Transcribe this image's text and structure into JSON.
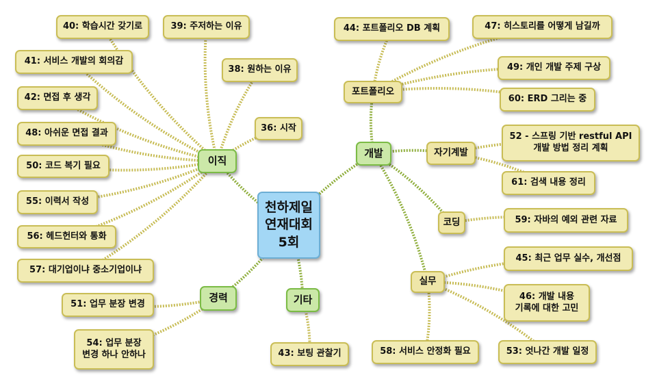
{
  "root": {
    "id": "root",
    "label": "천하제일\n연재대회\n5회"
  },
  "colors": {
    "root": "#a3d7f5",
    "branch": "#cbe8a8",
    "leaf": "#f1ebb4",
    "edge": "#9aa83a"
  },
  "nodes": [
    {
      "id": "ijik",
      "label": "이직",
      "kind": "branch",
      "parent": "root"
    },
    {
      "id": "gaebal",
      "label": "개발",
      "kind": "branch",
      "parent": "root"
    },
    {
      "id": "gyeongryeok",
      "label": "경력",
      "kind": "branch",
      "parent": "root"
    },
    {
      "id": "gita",
      "label": "기타",
      "kind": "branch",
      "parent": "root"
    },
    {
      "id": "portfolio",
      "label": "포트폴리오",
      "kind": "mid",
      "parent": "gaebal"
    },
    {
      "id": "jagi",
      "label": "자기계발",
      "kind": "mid",
      "parent": "gaebal"
    },
    {
      "id": "coding",
      "label": "코딩",
      "kind": "mid",
      "parent": "gaebal"
    },
    {
      "id": "silmu",
      "label": "실무",
      "kind": "mid",
      "parent": "gaebal"
    },
    {
      "id": "n40",
      "label": "40: 학습시간 갖기로",
      "kind": "leaf",
      "parent": "ijik"
    },
    {
      "id": "n39",
      "label": "39: 주저하는 이유",
      "kind": "leaf",
      "parent": "ijik"
    },
    {
      "id": "n41",
      "label": "41: 서비스 개발의 회의감",
      "kind": "leaf",
      "parent": "ijik"
    },
    {
      "id": "n38",
      "label": "38: 원하는 이유",
      "kind": "leaf",
      "parent": "ijik"
    },
    {
      "id": "n42",
      "label": "42: 면접 후 생각",
      "kind": "leaf",
      "parent": "ijik"
    },
    {
      "id": "n36",
      "label": "36: 시작",
      "kind": "leaf",
      "parent": "ijik"
    },
    {
      "id": "n48",
      "label": "48: 아쉬운 면접 결과",
      "kind": "leaf",
      "parent": "ijik"
    },
    {
      "id": "n50",
      "label": "50: 코드 복기 필요",
      "kind": "leaf",
      "parent": "ijik"
    },
    {
      "id": "n55",
      "label": "55: 이력서 작성",
      "kind": "leaf",
      "parent": "ijik"
    },
    {
      "id": "n56",
      "label": "56: 헤드헌터와 통화",
      "kind": "leaf",
      "parent": "ijik"
    },
    {
      "id": "n57",
      "label": "57: 대기업이냐 중소기업이냐",
      "kind": "leaf",
      "parent": "ijik"
    },
    {
      "id": "n51",
      "label": "51: 업무 분장 변경",
      "kind": "leaf",
      "parent": "gyeongryeok"
    },
    {
      "id": "n54",
      "label": "54: 업무 분장\n변경 하나 안하나",
      "kind": "leaf",
      "parent": "gyeongryeok"
    },
    {
      "id": "n43",
      "label": "43: 보팅 관찰기",
      "kind": "leaf",
      "parent": "gita"
    },
    {
      "id": "n44",
      "label": "44: 포트폴리오 DB 계획",
      "kind": "leaf",
      "parent": "portfolio"
    },
    {
      "id": "n47",
      "label": "47: 히스토리를 어떻게 남길까",
      "kind": "leaf",
      "parent": "portfolio"
    },
    {
      "id": "n49",
      "label": "49: 개인 개발 주제 구상",
      "kind": "leaf",
      "parent": "portfolio"
    },
    {
      "id": "n60",
      "label": "60: ERD 그리는 중",
      "kind": "leaf",
      "parent": "portfolio"
    },
    {
      "id": "n52",
      "label": "52 - 스프링 기반 restful API\n개발 방법 정리 계획",
      "kind": "leaf",
      "parent": "jagi"
    },
    {
      "id": "n61",
      "label": "61: 검색 내용 정리",
      "kind": "leaf",
      "parent": "jagi"
    },
    {
      "id": "n59",
      "label": "59: 자바의 예외 관련 자료",
      "kind": "leaf",
      "parent": "coding"
    },
    {
      "id": "n45",
      "label": "45: 최근 업무 실수, 개선점",
      "kind": "leaf",
      "parent": "silmu"
    },
    {
      "id": "n46",
      "label": "46: 개발 내용\n기록에 대한 고민",
      "kind": "leaf",
      "parent": "silmu"
    },
    {
      "id": "n53",
      "label": "53: 엇나간 개발 일정",
      "kind": "leaf",
      "parent": "silmu"
    },
    {
      "id": "n58",
      "label": "58: 서비스 안정화 필요",
      "kind": "leaf",
      "parent": "silmu"
    }
  ]
}
